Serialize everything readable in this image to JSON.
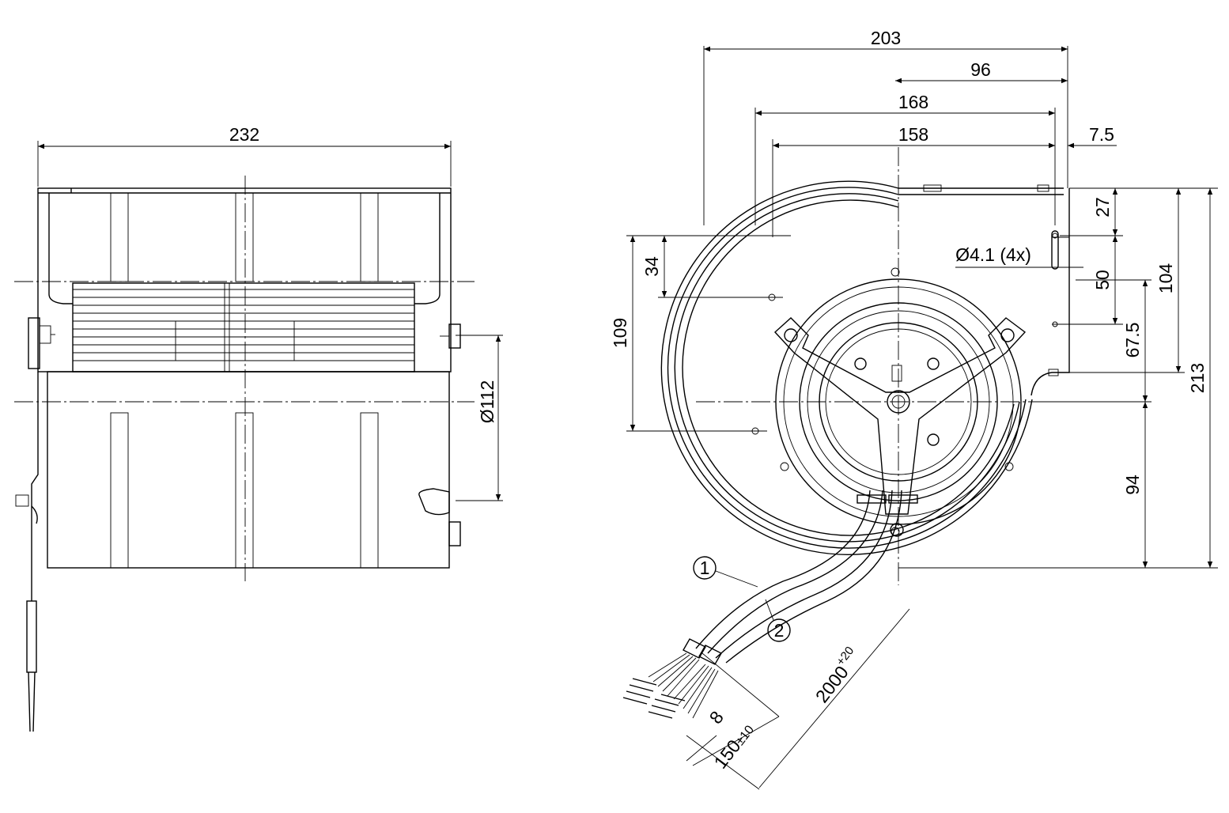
{
  "side_view": {
    "dim_width": "232",
    "dim_diameter": "Ø112"
  },
  "front_view": {
    "dim_203": "203",
    "dim_96": "96",
    "dim_168": "168",
    "dim_158": "158",
    "dim_7_5": "7.5",
    "dim_27": "27",
    "dim_hole": "Ø4.1 (4x)",
    "dim_34": "34",
    "dim_109": "109",
    "dim_50": "50",
    "dim_104": "104",
    "dim_67_5": "67.5",
    "dim_213": "213",
    "dim_94": "94",
    "dim_cable_len": "2000",
    "dim_cable_tol": "+20",
    "dim_strip": "150",
    "dim_strip_tol": "±10",
    "dim_8": "8",
    "callout_1": "1",
    "callout_2": "2"
  }
}
